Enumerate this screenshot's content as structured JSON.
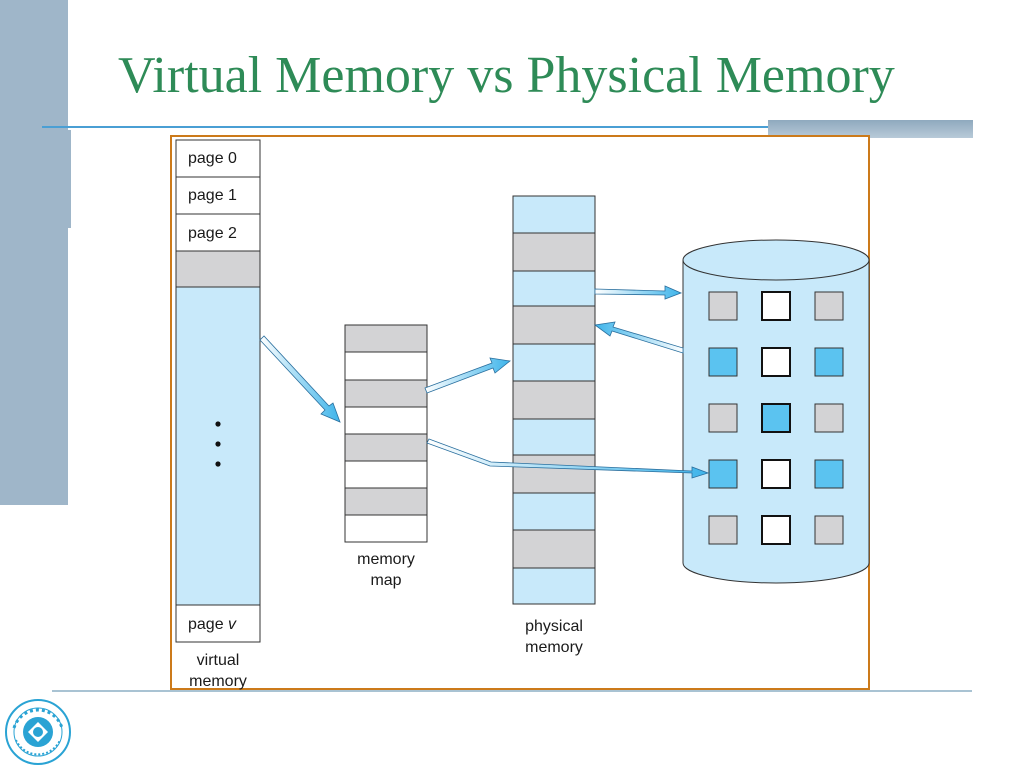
{
  "slide": {
    "title": "Virtual Memory vs Physical Memory"
  },
  "diagram": {
    "virtual_memory": {
      "pages": [
        "page 0",
        "page 1",
        "page 2"
      ],
      "ellipsis": "•\n•\n•",
      "last_page_prefix": "page ",
      "last_page_var": "v",
      "caption_line1": "virtual",
      "caption_line2": "memory"
    },
    "memory_map": {
      "caption_line1": "memory",
      "caption_line2": "map"
    },
    "physical_memory": {
      "caption_line1": "physical",
      "caption_line2": "memory"
    },
    "colors": {
      "light_blue": "#c8e9fa",
      "gray": "#d3d3d5",
      "bright_blue": "#5bc3f0",
      "arrow_blue": "#3eb4ea",
      "border": "#cc7a1a",
      "title_green": "#2e8b57"
    }
  }
}
